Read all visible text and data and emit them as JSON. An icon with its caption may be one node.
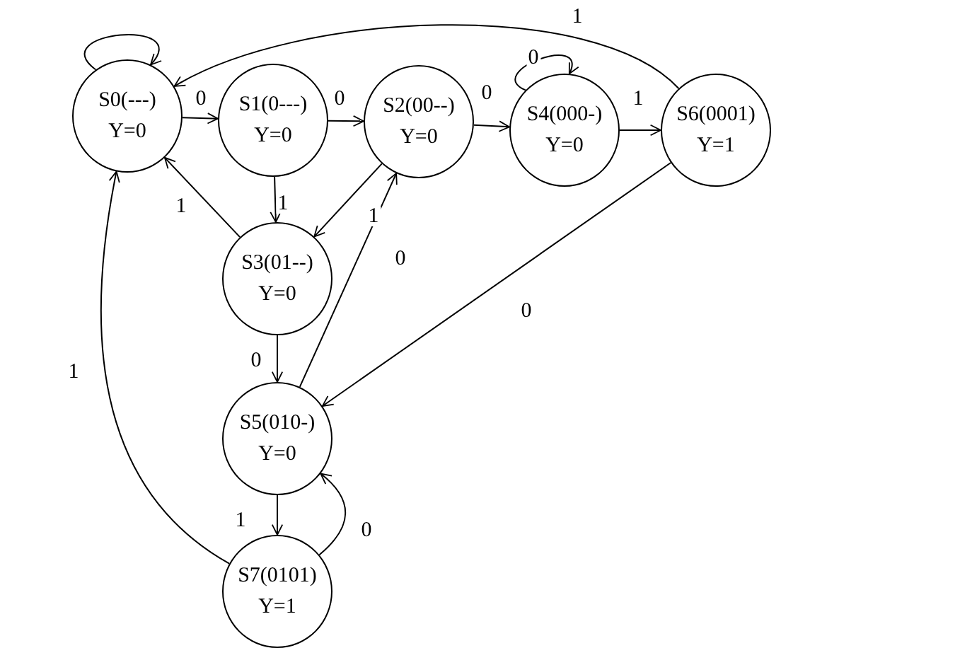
{
  "diagram": {
    "nodes": [
      {
        "text": [
          "S0(---)",
          "Y=0"
        ]
      },
      {
        "text": [
          "S1(0---)",
          "Y=0"
        ]
      },
      {
        "text": [
          "S2(00--)",
          "Y=0"
        ]
      },
      {
        "text": [
          "S4(000-)",
          "Y=0"
        ]
      },
      {
        "text": [
          "S6(0001)",
          "Y=1"
        ]
      },
      {
        "text": [
          "S3(01--)",
          "Y=0"
        ]
      },
      {
        "text": [
          "S5(010-)",
          "Y=0"
        ]
      },
      {
        "text": [
          "S7(0101)",
          "Y=1"
        ]
      }
    ],
    "edges": [
      {
        "from": 0,
        "to": 0,
        "arrow": "to"
      },
      {
        "from": 0,
        "to": 1,
        "arrow": "to",
        "label": "0"
      },
      {
        "from": 1,
        "to": 2,
        "arrow": "to",
        "label": "0"
      },
      {
        "from": 2,
        "to": 3,
        "arrow": "to",
        "label": "0"
      },
      {
        "from": 3,
        "to": 3,
        "arrow": "to",
        "label": "0"
      },
      {
        "from": 3,
        "to": 4,
        "arrow": "to",
        "label": "1"
      },
      {
        "from": 4,
        "to": 0,
        "arrow": "to",
        "label": "1"
      },
      {
        "from": 1,
        "to": 5,
        "arrow": "to",
        "label": "1"
      },
      {
        "from": 5,
        "to": 0,
        "arrow": "to",
        "label": "1"
      },
      {
        "from": 2,
        "to": 5,
        "arrow": "to",
        "label": "1"
      },
      {
        "from": 6,
        "to": 2,
        "arrow": "to",
        "label": "0"
      },
      {
        "from": 5,
        "to": 6,
        "arrow": "to",
        "label": "0"
      },
      {
        "from": 4,
        "to": 6,
        "arrow": "to",
        "label": "0"
      },
      {
        "from": 6,
        "to": 7,
        "arrow": "to",
        "label": "1"
      },
      {
        "from": 7,
        "to": 6,
        "arrow": "to",
        "label": "0"
      },
      {
        "from": 7,
        "to": 0,
        "arrow": "to",
        "label": "1"
      }
    ]
  }
}
